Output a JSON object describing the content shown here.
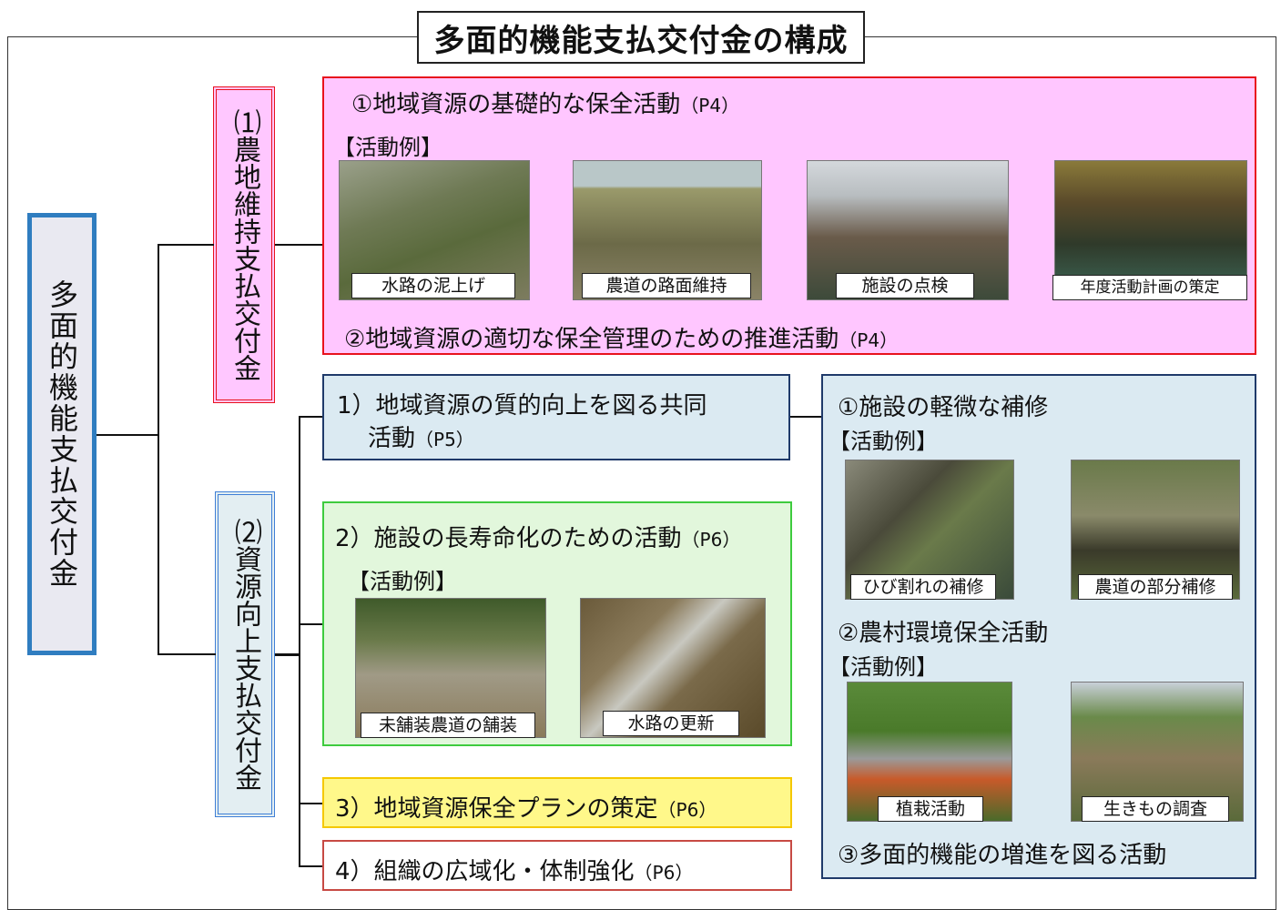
{
  "title": "多面的機能支払交付金の構成",
  "main_label": "多面的機能支払交付金",
  "sub1_label": "⑴農地維持支払交付金",
  "sub2_label": "⑵資源向上支払交付金",
  "pink": {
    "heading1": "①地域資源の基礎的な保全活動",
    "heading1_page": "（P4）",
    "examples_label": "【活動例】",
    "photos": [
      "水路の泥上げ",
      "農道の路面維持",
      "施設の点検",
      "年度活動計画の策定"
    ],
    "heading2": "②地域資源の適切な保全管理のための推進活動",
    "heading2_page": "（P4）"
  },
  "blue1": {
    "line1": "1）地域資源の質的向上を図る共同",
    "line2": "活動",
    "page": "（P5）"
  },
  "green": {
    "heading": "2）施設の長寿命化のための活動",
    "page": "（P6）",
    "examples_label": "【活動例】",
    "photos": [
      "未舗装農道の舗装",
      "水路の更新"
    ]
  },
  "yellow": {
    "text": "3）地域資源保全プランの策定",
    "page": "（P6）"
  },
  "red": {
    "text": "4）組織の広域化・体制強化",
    "page": "（P6）"
  },
  "right": {
    "heading1": "①施設の軽微な補修",
    "examples1": "【活動例】",
    "photos1": [
      "ひび割れの補修",
      "農道の部分補修"
    ],
    "heading2": "②農村環境保全活動",
    "examples2": "【活動例】",
    "photos2": [
      "植栽活動",
      "生きもの調査"
    ],
    "heading3": "③多面的機能の増進を図る活動"
  },
  "colors": {
    "pink_bg": "#ffc6ff",
    "pink_border": "#e8121d",
    "blue_bg": "#dbeaf2",
    "blue_border": "#1f3a6a",
    "green_bg": "#e2f7dc",
    "green_border": "#3ecb3e",
    "yellow_bg": "#fff88a",
    "main_border": "#2f7dc0"
  }
}
